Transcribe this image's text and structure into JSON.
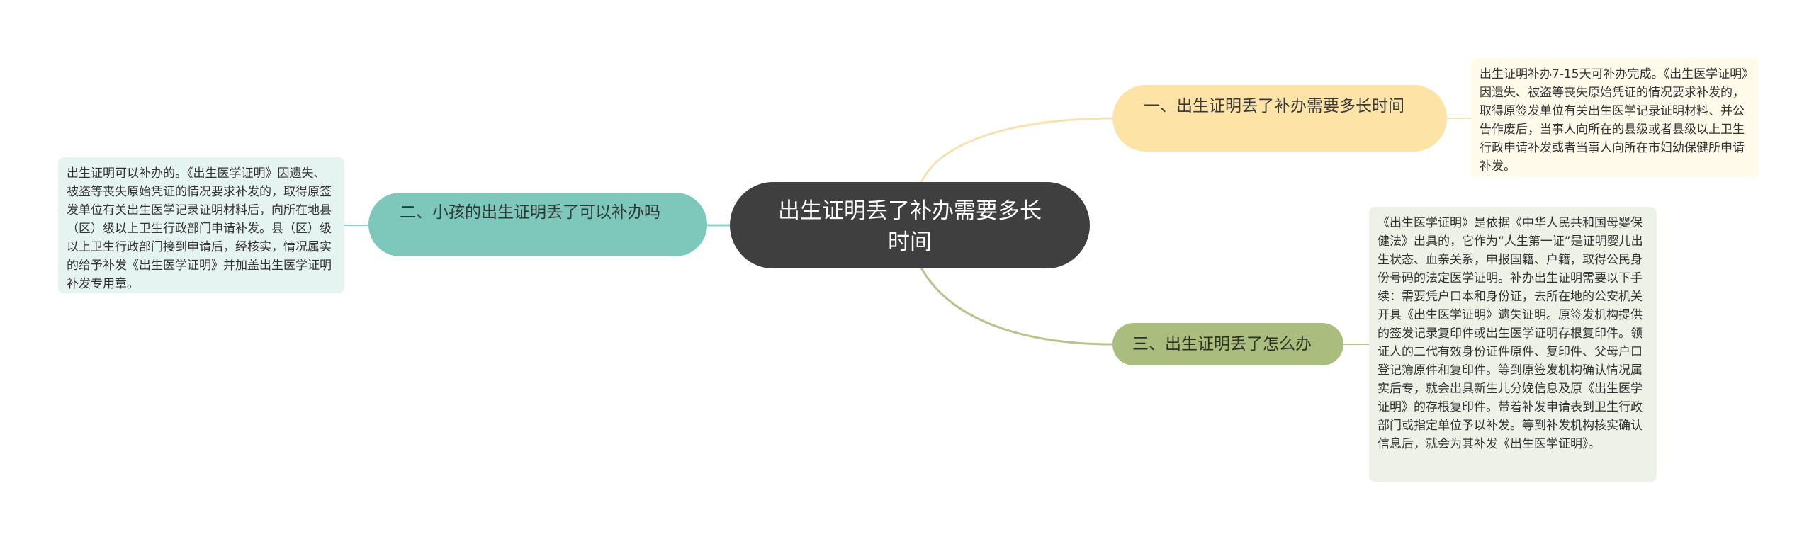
{
  "central_topic": "出生证明丢了补办需要多长时间",
  "branches": [
    {
      "label": "一、出生证明丢了补办需要多长时间",
      "detail": "出生证明补办7-15天可补办完成。《出生医学证明》因遗失、被盗等丧失原始凭证的情况要求补发的，取得原签发单位有关出生医学记录证明材料、并公告作废后，当事人向所在的县级或者县级以上卫生行政申请补发或者当事人向所在市妇幼保健所申请补发。"
    },
    {
      "label": "二、小孩的出生证明丢了可以补办吗",
      "detail": "出生证明可以补办的。《出生医学证明》因遗失、被盗等丧失原始凭证的情况要求补发的，取得原签发单位有关出生医学记录证明材料后，向所在地县（区）级以上卫生行政部门申请补发。县（区）级以上卫生行政部门接到申请后，经核实，情况属实的给予补发《出生医学证明》并加盖出生医学证明补发专用章。"
    },
    {
      "label": "三、出生证明丢了怎么办",
      "detail": "《出生医学证明》是依据《中华人民共和国母婴保健法》出具的，它作为“人生第一证”是证明婴儿出生状态、血亲关系，申报国籍、户籍，取得公民身份号码的法定医学证明。补办出生证明需要以下手续：需要凭户口本和身份证，去所在地的公安机关开具《出生医学证明》遗失证明。原签发机构提供的签发记录复印件或出生医学证明存根复印件。领证人的二代有效身份证件原件、复印件、父母户口登记簿原件和复印件。等到原签发机构确认情况属实后专，就会出具新生儿分娩信息及原《出生医学证明》的存根复印件。带着补发申请表到卫生行政部门或指定单位予以补发。等到补发机构核实确认信息后，就会为其补发《出生医学证明》。"
    }
  ],
  "colors": {
    "center": "#3f3f3f",
    "branch_1": "#fde3a6",
    "branch_2": "#7ec8bb",
    "branch_3": "#a9bd7e",
    "link_1": "#f6e3b2",
    "link_2": "#8fd0c4",
    "link_3": "#b3c48d"
  }
}
